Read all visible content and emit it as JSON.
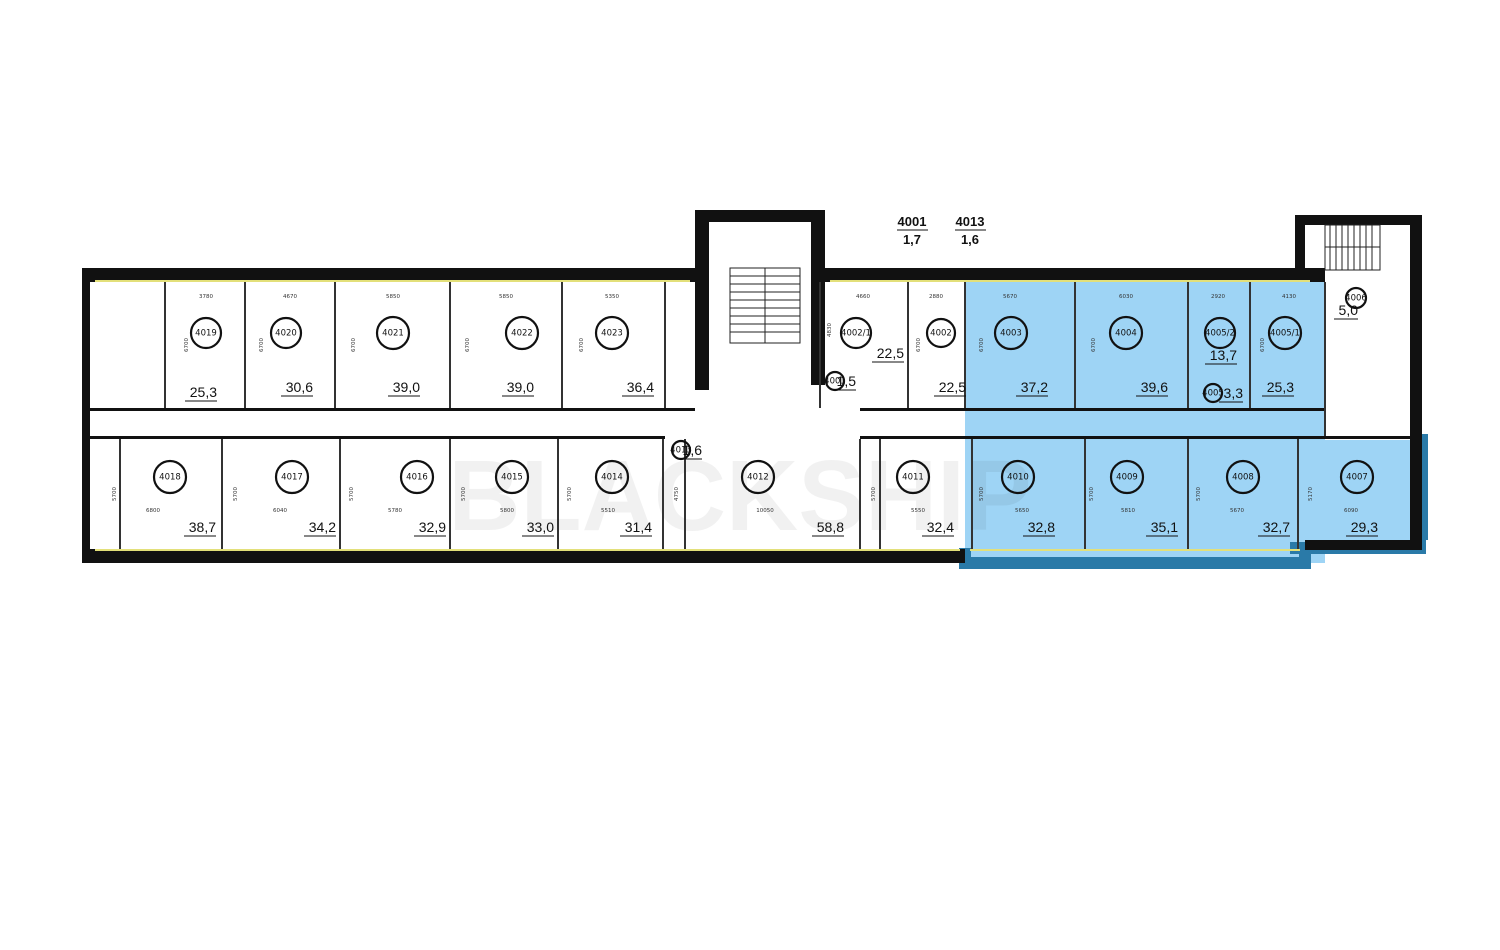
{
  "watermark": "BLACKSHIP",
  "colors": {
    "wall": "#111111",
    "highlight": "#9ed4f5",
    "highlight_dark": "#2a7aa8",
    "window": "#e3e07a"
  },
  "floor_tags": [
    {
      "id": "4001",
      "area": "1,7"
    },
    {
      "id": "4013",
      "area": "1,6"
    }
  ],
  "rooms": [
    {
      "id": "4019",
      "area": "25,3",
      "w": "3780",
      "h": "6700",
      "hl": false
    },
    {
      "id": "4020",
      "area": "30,6",
      "w": "4670",
      "h": "6700",
      "hl": false
    },
    {
      "id": "4021",
      "area": "39,0",
      "w": "5850",
      "h": "6700",
      "hl": false
    },
    {
      "id": "4022",
      "area": "39,0",
      "w": "5850",
      "h": "6700",
      "hl": false
    },
    {
      "id": "4023",
      "area": "36,4",
      "w": "5350",
      "h": "6700",
      "hl": false
    },
    {
      "id": "4002/1",
      "area": "22,5",
      "w": "4660",
      "h": "4830",
      "hl": false
    },
    {
      "id": "4002",
      "area": "22,5",
      "w": "2880",
      "h": "6700",
      "hl": false
    },
    {
      "id": "4003",
      "area": "37,2",
      "w": "5670",
      "h": "6700",
      "hl": true
    },
    {
      "id": "4004",
      "area": "39,6",
      "w": "6030",
      "h": "6700",
      "hl": true
    },
    {
      "id": "4005/2",
      "area": "13,7",
      "w": "2920",
      "h": "",
      "hl": true
    },
    {
      "id": "4005/1",
      "area": "25,3",
      "w": "4130",
      "h": "6700",
      "hl": true
    },
    {
      "id": "4006",
      "area": "5,0",
      "w": "",
      "h": "",
      "hl": false
    },
    {
      "id": "4018",
      "area": "38,7",
      "w": "6800",
      "h": "5700",
      "hl": false
    },
    {
      "id": "4017",
      "area": "34,2",
      "w": "6040",
      "h": "5700",
      "hl": false
    },
    {
      "id": "4016",
      "area": "32,9",
      "w": "5780",
      "h": "5700",
      "hl": false
    },
    {
      "id": "4015",
      "area": "33,0",
      "w": "5800",
      "h": "5700",
      "hl": false
    },
    {
      "id": "4014",
      "area": "31,4",
      "w": "5510",
      "h": "5700",
      "hl": false
    },
    {
      "id": "4013",
      "area": "1,6",
      "w": "",
      "h": "",
      "hl": false
    },
    {
      "id": "4012",
      "area": "58,8",
      "w": "10050",
      "h": "4750",
      "hl": false
    },
    {
      "id": "4011",
      "area": "32,4",
      "w": "5550",
      "h": "5700",
      "hl": false
    },
    {
      "id": "4010",
      "area": "32,8",
      "w": "5650",
      "h": "5700",
      "hl": true
    },
    {
      "id": "4009",
      "area": "35,1",
      "w": "5810",
      "h": "5700",
      "hl": true
    },
    {
      "id": "4008",
      "area": "32,7",
      "w": "5670",
      "h": "5700",
      "hl": true
    },
    {
      "id": "4007",
      "area": "29,3",
      "w": "6090",
      "h": "5170",
      "hl": true
    },
    {
      "id": "4001",
      "area": "1,5",
      "w": "",
      "h": "",
      "hl": false
    },
    {
      "id": "4005",
      "area": "3,3",
      "w": "",
      "h": "",
      "hl": true
    }
  ]
}
